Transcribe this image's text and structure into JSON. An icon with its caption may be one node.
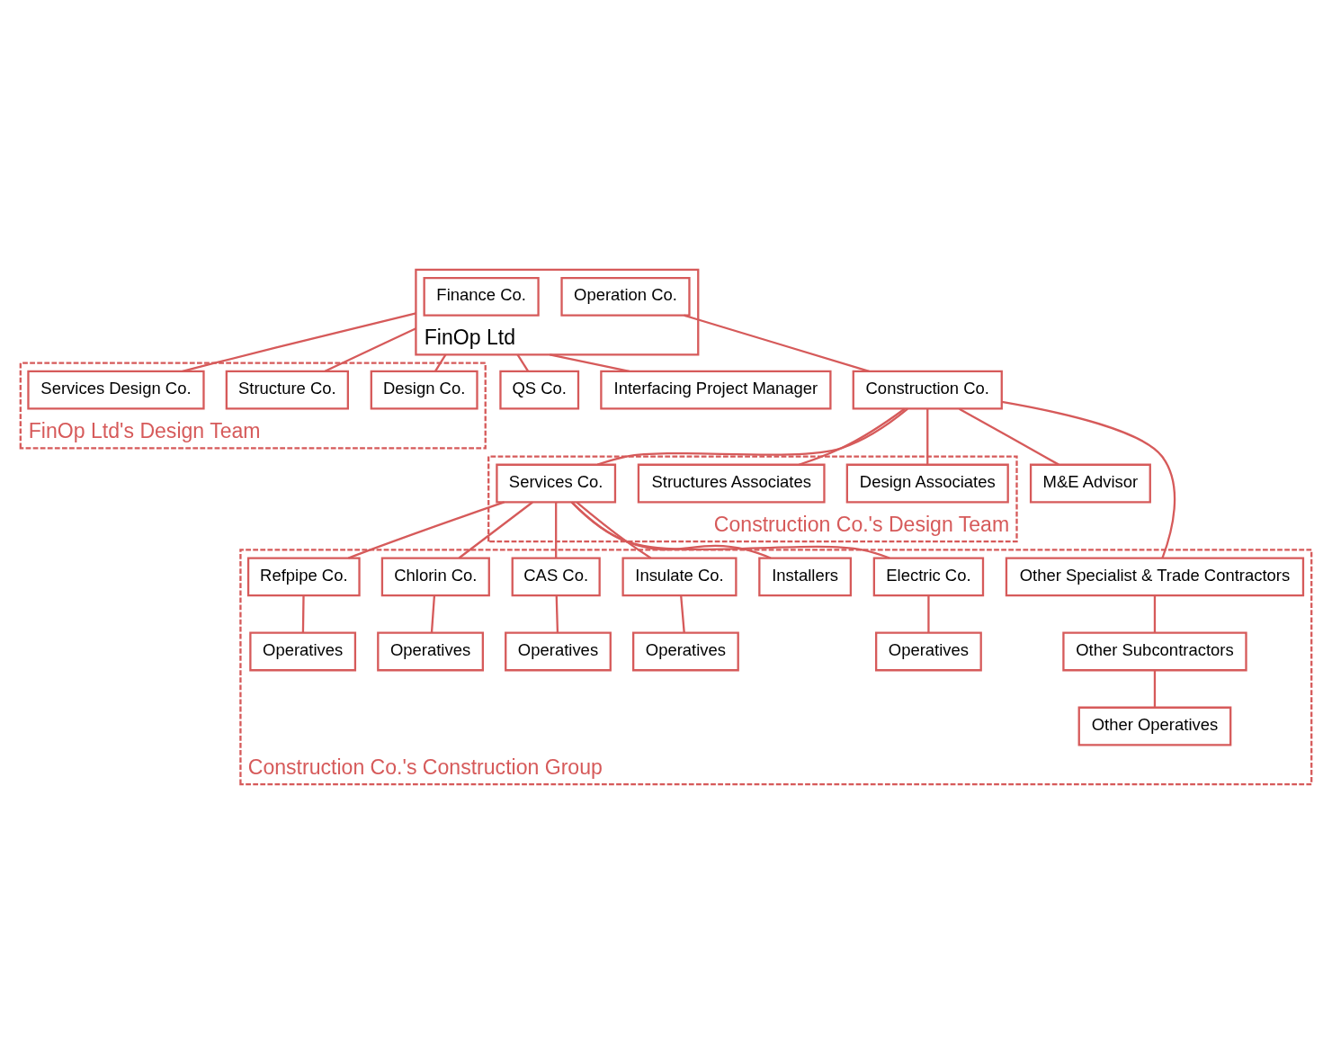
{
  "diagram": {
    "nodes": [
      {
        "text": [
          "FinOp Ltd"
        ]
      },
      {
        "text": [
          "Finance Co."
        ],
        "in": 0
      },
      {
        "text": [
          "Operation Co."
        ],
        "in": 0
      },
      {
        "text": [
          "FinOp Ltd's Design Team"
        ]
      },
      {
        "text": [
          "Design Co."
        ],
        "in": 3
      },
      {
        "text": [
          "Structure Co."
        ],
        "in": 3
      },
      {
        "text": [
          "Services Design Co."
        ],
        "in": 3
      },
      {
        "text": [
          "QS Co."
        ]
      },
      {
        "text": [
          "Interfacing Project Manager"
        ]
      },
      {
        "text": [
          "Construction Co."
        ]
      },
      {
        "text": [
          "Construction Co.'s Design Team"
        ]
      },
      {
        "text": [
          "Design Associates"
        ],
        "in": 10
      },
      {
        "text": [
          "Structures Associates"
        ],
        "in": 10
      },
      {
        "text": [
          "Services Co."
        ],
        "in": 10
      },
      {
        "text": [
          "M&E Advisor"
        ]
      },
      {
        "text": [
          "Construction Co.'s Construction Group"
        ]
      },
      {
        "text": [
          "Other Specialist & Trade Contractors"
        ],
        "in": 15
      },
      {
        "text": [
          "Electric Co."
        ],
        "in": 15
      },
      {
        "text": [
          "Installers"
        ],
        "in": 15
      },
      {
        "text": [
          "Insulate Co."
        ],
        "in": 15
      },
      {
        "text": [
          "CAS Co."
        ],
        "in": 15
      },
      {
        "text": [
          "Chlorin Co."
        ],
        "in": 15
      },
      {
        "text": [
          "Refpipe Co."
        ],
        "in": 15
      },
      {
        "text": [
          "Other Subcontractors"
        ],
        "in": 15
      },
      {
        "text": [
          "Operatives"
        ],
        "in": 15
      },
      {
        "text": [
          "Operatives"
        ],
        "in": 15
      },
      {
        "text": [
          "Operatives"
        ],
        "in": 15
      },
      {
        "text": [
          "Operatives"
        ],
        "in": 15
      },
      {
        "text": [
          "Operatives"
        ],
        "in": 15
      },
      {
        "text": [
          "Other Operatives"
        ],
        "in": 15
      }
    ],
    "edges": [
      {
        "from": 0,
        "to": 4,
        "arrow": "none"
      },
      {
        "from": 0,
        "to": 5,
        "arrow": "none"
      },
      {
        "from": 0,
        "to": 6,
        "arrow": "none"
      },
      {
        "from": 0,
        "to": 7,
        "arrow": "none"
      },
      {
        "from": 0,
        "to": 8,
        "arrow": "none"
      },
      {
        "from": 2,
        "to": 9,
        "arrow": "none"
      },
      {
        "from": 9,
        "to": 11,
        "arrow": "none"
      },
      {
        "from": 9,
        "to": 12,
        "arrow": "none"
      },
      {
        "from": 9,
        "to": 13,
        "arrow": "none"
      },
      {
        "from": 9,
        "to": 14,
        "arrow": "none"
      },
      {
        "from": 9,
        "to": 16,
        "arrow": "none"
      },
      {
        "from": 13,
        "to": 17,
        "arrow": "none"
      },
      {
        "from": 13,
        "to": 18,
        "arrow": "none"
      },
      {
        "from": 13,
        "to": 19,
        "arrow": "none"
      },
      {
        "from": 13,
        "to": 20,
        "arrow": "none"
      },
      {
        "from": 13,
        "to": 21,
        "arrow": "none"
      },
      {
        "from": 13,
        "to": 22,
        "arrow": "none"
      },
      {
        "from": 16,
        "to": 23,
        "arrow": "none"
      },
      {
        "from": 17,
        "to": 24,
        "arrow": "none"
      },
      {
        "from": 19,
        "to": 25,
        "arrow": "none"
      },
      {
        "from": 20,
        "to": 26,
        "arrow": "none"
      },
      {
        "from": 21,
        "to": 27,
        "arrow": "none"
      },
      {
        "from": 22,
        "to": 28,
        "arrow": "none"
      },
      {
        "from": 23,
        "to": 29,
        "arrow": "none"
      }
    ]
  }
}
